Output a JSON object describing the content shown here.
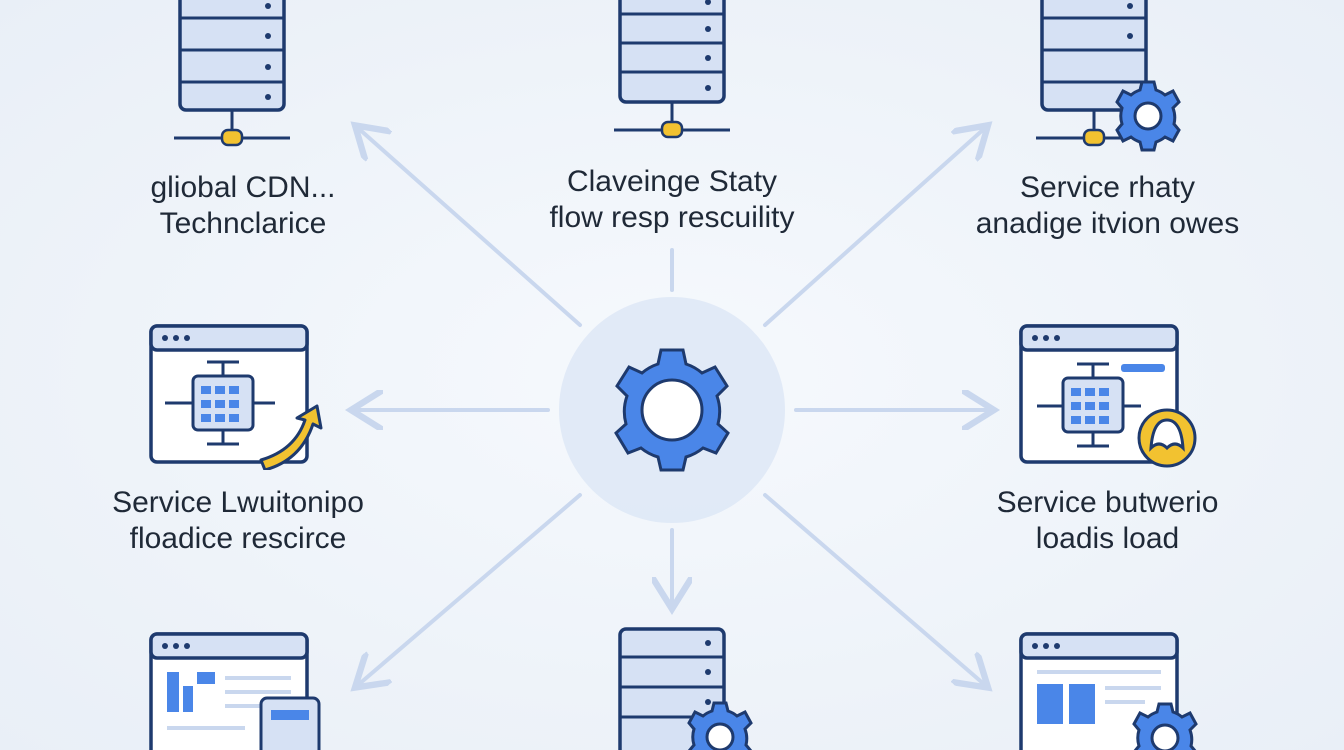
{
  "colors": {
    "outline": "#1e3a6e",
    "panel": "#d6e1f4",
    "panel_light": "#e8eefa",
    "accent_blue": "#4a86e8",
    "accent_yellow": "#f2c230",
    "arrow": "#c9d7ee",
    "hub": "#dde8f6"
  },
  "hub": {
    "icon": "gear-icon"
  },
  "nodes": [
    {
      "id": "top-left",
      "icon": "server-rack-icon",
      "line1": "gliobal CDN...",
      "line2": "Technclarice"
    },
    {
      "id": "top-center",
      "icon": "server-rack-icon",
      "line1": "Claveinge Staty",
      "line2": "flow resp rescuility"
    },
    {
      "id": "top-right",
      "icon": "server-gear-icon",
      "line1": "Service rhaty",
      "line2": "anadige itvion owes"
    },
    {
      "id": "mid-left",
      "icon": "browser-chip-icon",
      "line1": "Service Lwuitonipo",
      "line2": "floadice rescirce"
    },
    {
      "id": "mid-right",
      "icon": "browser-chip-badge-icon",
      "line1": "Service butwerio",
      "line2": "loadis load"
    },
    {
      "id": "bottom-left",
      "icon": "browser-document-icon",
      "line1": "",
      "line2": ""
    },
    {
      "id": "bottom-center",
      "icon": "server-gear-icon",
      "line1": "",
      "line2": ""
    },
    {
      "id": "bottom-right",
      "icon": "browser-layout-gear-icon",
      "line1": "",
      "line2": ""
    }
  ]
}
